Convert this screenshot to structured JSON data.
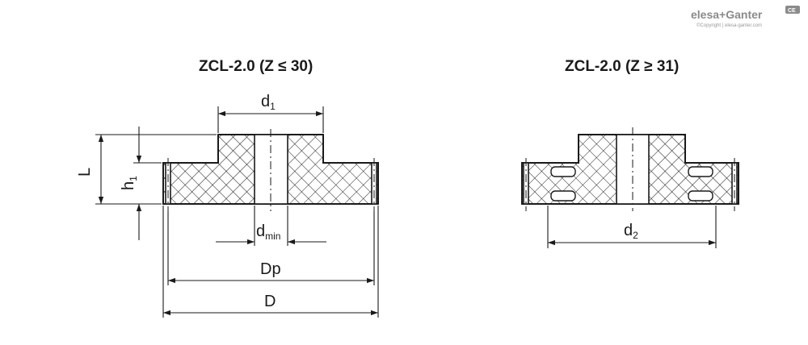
{
  "brand": {
    "name": "elesa+Ganter",
    "copyright": "©Copyright | elesa-ganter.com",
    "mark": "CE",
    "accent_color": "#8a8a8a"
  },
  "views": [
    {
      "title": "ZCL-2.0 (Z ≤ 30)"
    },
    {
      "title": "ZCL-2.0 (Z ≥ 31)"
    }
  ],
  "dimensions": {
    "d1": {
      "base": "d",
      "sub": "1"
    },
    "L": {
      "base": "L",
      "sub": ""
    },
    "h1": {
      "base": "h",
      "sub": "1"
    },
    "dmin": {
      "base": "d",
      "sub": "min"
    },
    "Dp": {
      "base": "Dp",
      "sub": ""
    },
    "D": {
      "base": "D",
      "sub": ""
    },
    "d2": {
      "base": "d",
      "sub": "2"
    }
  },
  "colors": {
    "line": "#1a1a1a",
    "hatch": "#1a1a1a",
    "background": "#ffffff"
  }
}
